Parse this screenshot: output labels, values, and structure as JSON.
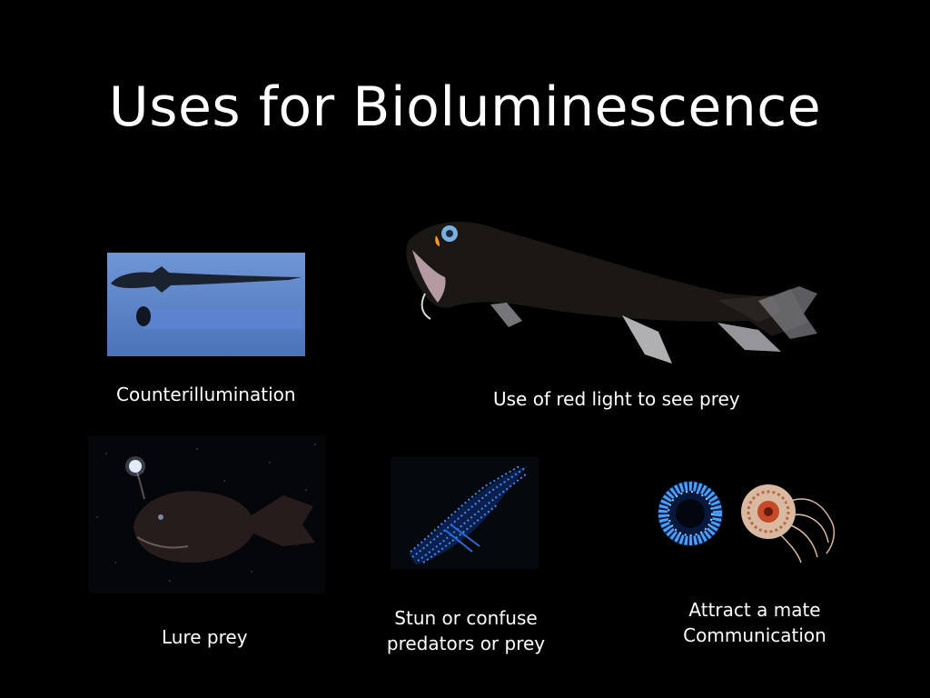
{
  "slide": {
    "title": "Uses for Bioluminescence"
  },
  "items": [
    {
      "caption": "Counterillumination",
      "icon": "shark-silhouette-icon"
    },
    {
      "caption": "Use of red light to see prey",
      "icon": "dragonfish-icon"
    },
    {
      "caption": "Lure prey",
      "icon": "anglerfish-icon"
    },
    {
      "caption_lines": [
        "Stun or confuse",
        "predators or prey"
      ],
      "icon": "glowing-squid-icon"
    },
    {
      "caption_lines": [
        "Attract a mate",
        "Communication"
      ],
      "icon": "jellyfish-pair-icon"
    }
  ],
  "colors": {
    "background": "#000000",
    "text": "#ffffff",
    "glow_blue": "#3a7bff",
    "sky_blue": "#5c86c9"
  }
}
